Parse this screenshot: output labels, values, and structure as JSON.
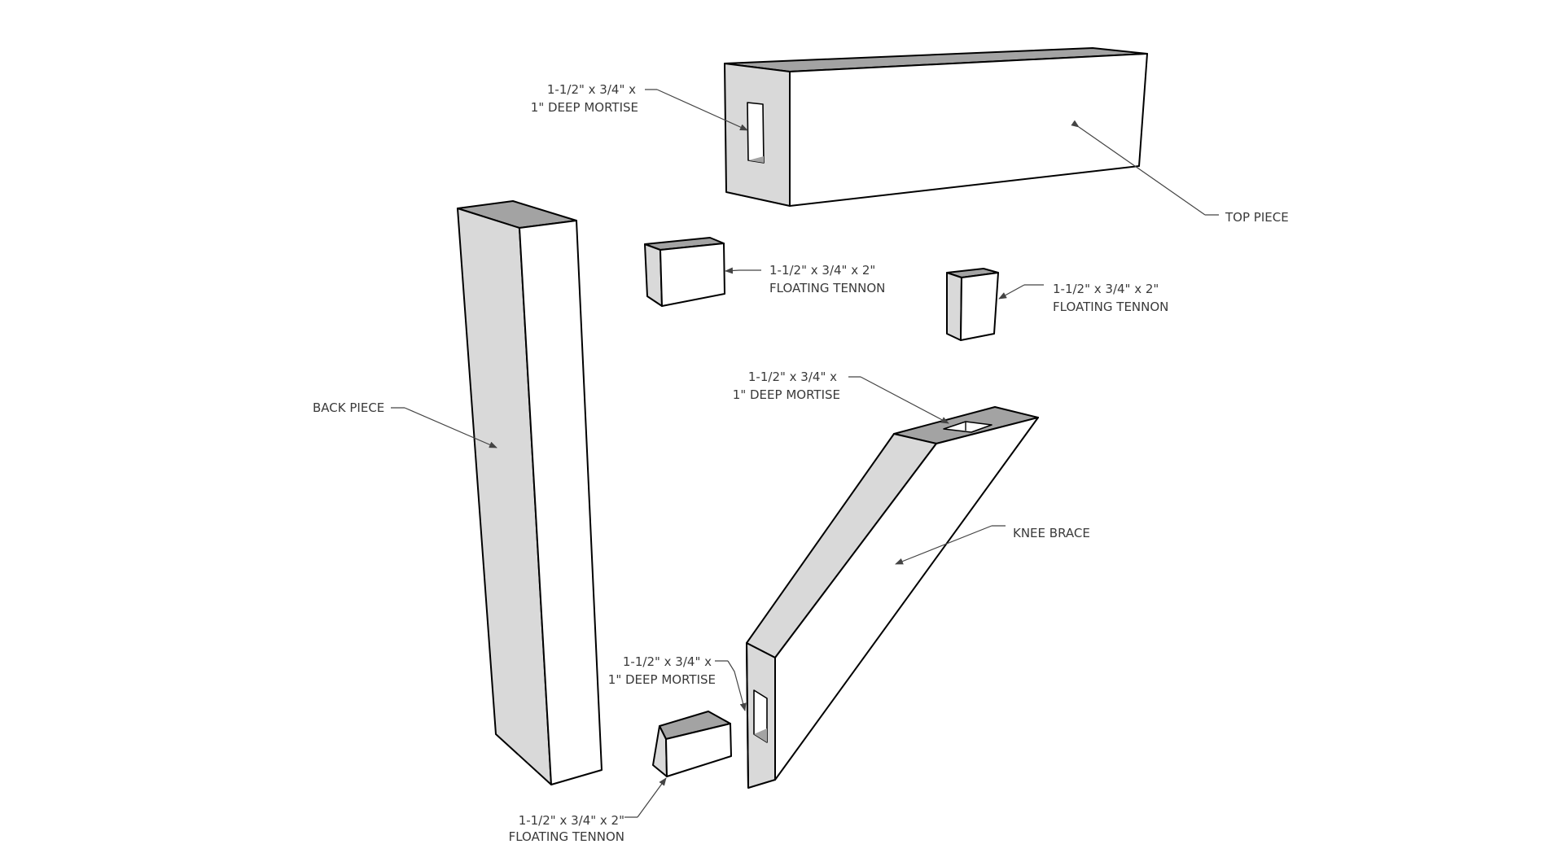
{
  "diagram": {
    "type": "exploded woodworking joinery diagram",
    "parts": {
      "top_piece": {
        "label": "TOP PIECE"
      },
      "back_piece": {
        "label": "BACK PIECE"
      },
      "knee_brace": {
        "label": "KNEE BRACE"
      }
    },
    "callouts": {
      "mortise_top": {
        "line1": "1-1/2\" x 3/4\" x",
        "line2": "1\" DEEP MORTISE"
      },
      "tenon_upper_left": {
        "line1": "1-1/2\" x 3/4\" x 2\"",
        "line2": "FLOATING TENNON"
      },
      "tenon_upper_right": {
        "line1": "1-1/2\" x 3/4\" x 2\"",
        "line2": "FLOATING TENNON"
      },
      "mortise_knee_top": {
        "line1": "1-1/2\" x 3/4\" x",
        "line2": "1\" DEEP MORTISE"
      },
      "mortise_knee_bottom": {
        "line1": "1-1/2\" x 3/4\" x",
        "line2": "1\" DEEP MORTISE"
      },
      "tenon_bottom": {
        "line1": "1-1/2\" x 3/4\" x 2\"",
        "line2": "FLOATING TENNON"
      }
    },
    "colors": {
      "background": "#ffffff",
      "top_face": "#a3a3a3",
      "side_face": "#d9d9d9",
      "front_face": "#ffffff",
      "edge": "#000000",
      "label_text": "#3a3a3a"
    }
  }
}
